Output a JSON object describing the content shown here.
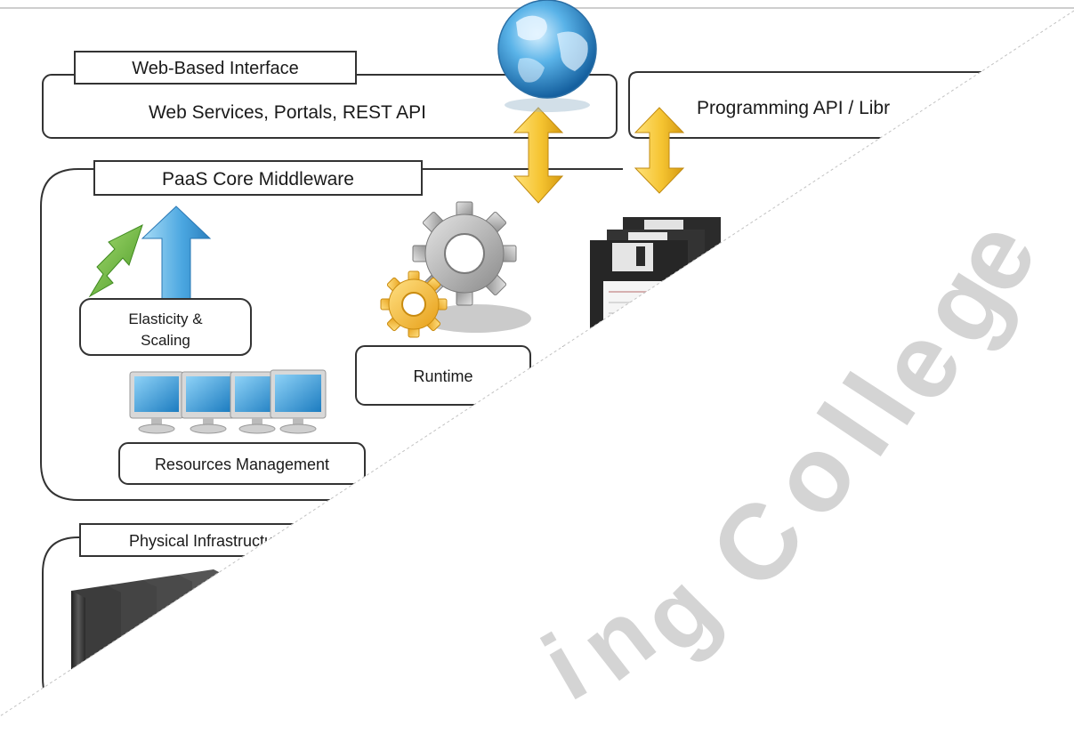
{
  "diagram": {
    "web_interface": {
      "tab_label": "Web-Based Interface",
      "body_text": "Web Services, Portals, REST API"
    },
    "programming_api": {
      "body_text": "Programming API / Libr"
    },
    "core_middleware": {
      "tab_label": "PaaS Core Middleware",
      "elasticity_line1": "Elasticity &",
      "elasticity_line2": "Scaling",
      "runtime_label": "Runtime",
      "resources_label": "Resources Management"
    },
    "physical_infra": {
      "tab_label": "Physical Infrastructu"
    },
    "watermark": {
      "letters": [
        "i",
        "n",
        "g",
        "C",
        "o",
        "l",
        "l",
        "e",
        "g",
        "e"
      ]
    },
    "colors": {
      "arrow_yellow": "#f5c431",
      "arrow_blue": "#4aa6e0",
      "arrow_green": "#6bb83a",
      "gear_gray": "#9a9a9a",
      "gear_yellow": "#f5b82e",
      "monitor_blue": "#2d8fd0",
      "watermark_gray": "#d4d4d4"
    }
  }
}
